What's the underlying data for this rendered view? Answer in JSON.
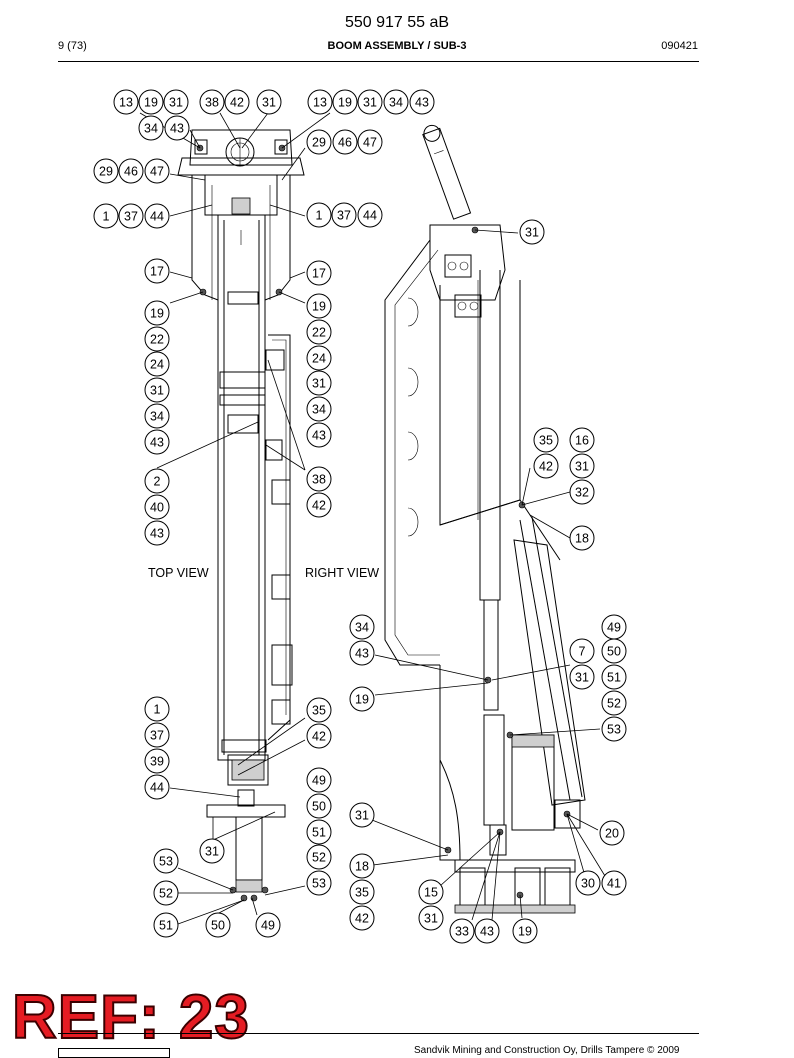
{
  "header": {
    "doc_number": "550 917 55 aB",
    "page": "9 (73)",
    "title": "BOOM ASSEMBLY / SUB-3",
    "date": "090421"
  },
  "views": {
    "top_view_label": "TOP VIEW",
    "right_view_label": "RIGHT VIEW"
  },
  "callouts": [
    "13",
    "19",
    "31",
    "38",
    "42",
    "31",
    "13",
    "19",
    "31",
    "34",
    "43",
    "34",
    "43",
    "29",
    "46",
    "47",
    "29",
    "46",
    "47",
    "1",
    "37",
    "44",
    "1",
    "37",
    "44",
    "31",
    "17",
    "17",
    "19",
    "19",
    "22",
    "22",
    "24",
    "24",
    "31",
    "31",
    "34",
    "34",
    "43",
    "43",
    "35",
    "16",
    "42",
    "31",
    "2",
    "38",
    "32",
    "40",
    "42",
    "18",
    "43",
    "34",
    "49",
    "43",
    "7",
    "50",
    "31",
    "51",
    "1",
    "35",
    "19",
    "52",
    "37",
    "42",
    "53",
    "39",
    "49",
    "44",
    "50",
    "31",
    "51",
    "20",
    "31",
    "52",
    "18",
    "53",
    "30",
    "41",
    "53",
    "15",
    "35",
    "52",
    "42",
    "31",
    "51",
    "50",
    "49",
    "33",
    "43",
    "19"
  ],
  "stamp": {
    "text": "REF: 23"
  },
  "footer": {
    "copyright": "Sandvik Mining and Construction Oy, Drills Tampere © 2009"
  }
}
